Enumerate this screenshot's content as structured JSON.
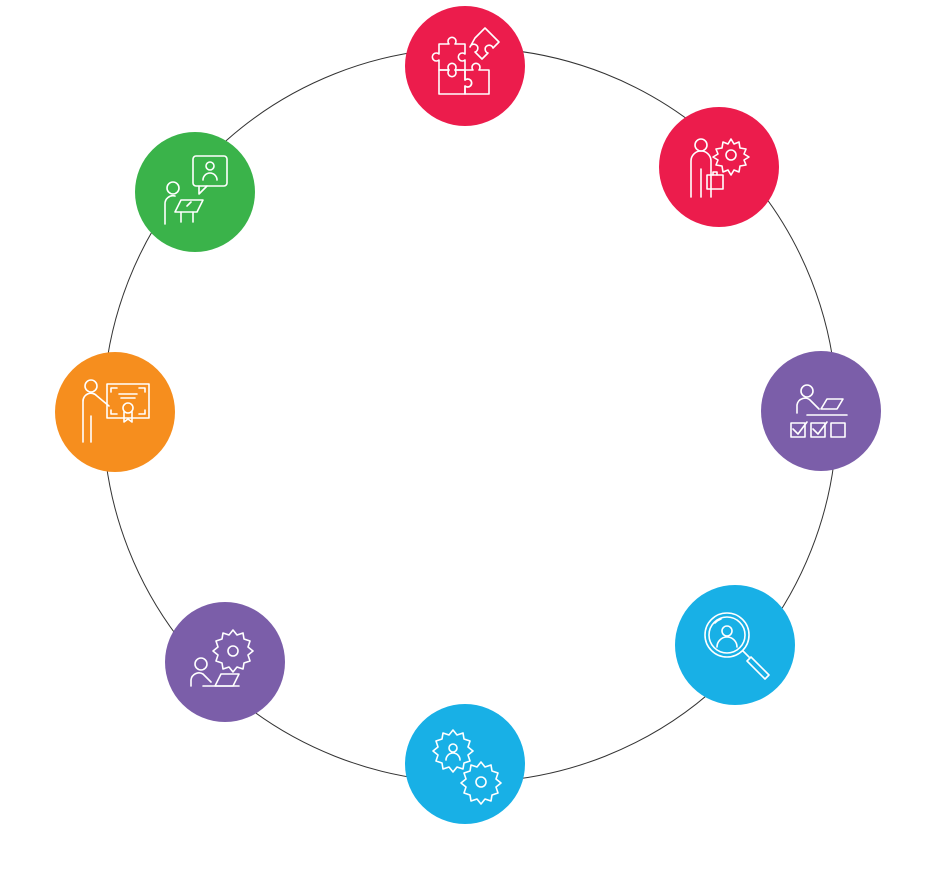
{
  "diagram": {
    "nodes": [
      {
        "id": "n-puzzle",
        "icon": "puzzle-icon",
        "color": "#EC1C4C"
      },
      {
        "id": "n-gear-person",
        "icon": "person-gear-icon",
        "color": "#EC1C4C"
      },
      {
        "id": "n-checklist",
        "icon": "checklist-icon",
        "color": "#7B5EA9"
      },
      {
        "id": "n-search",
        "icon": "person-search-icon",
        "color": "#18B0E6"
      },
      {
        "id": "n-gears",
        "icon": "person-gears-icon",
        "color": "#18B0E6"
      },
      {
        "id": "n-laptop-gear",
        "icon": "laptop-gear-icon",
        "color": "#7B5EA9"
      },
      {
        "id": "n-certificate",
        "icon": "certificate-presentation-icon",
        "color": "#F68E1E"
      },
      {
        "id": "n-chat",
        "icon": "chat-tablet-icon",
        "color": "#3AB34A"
      }
    ],
    "ring_color": "#333333"
  }
}
